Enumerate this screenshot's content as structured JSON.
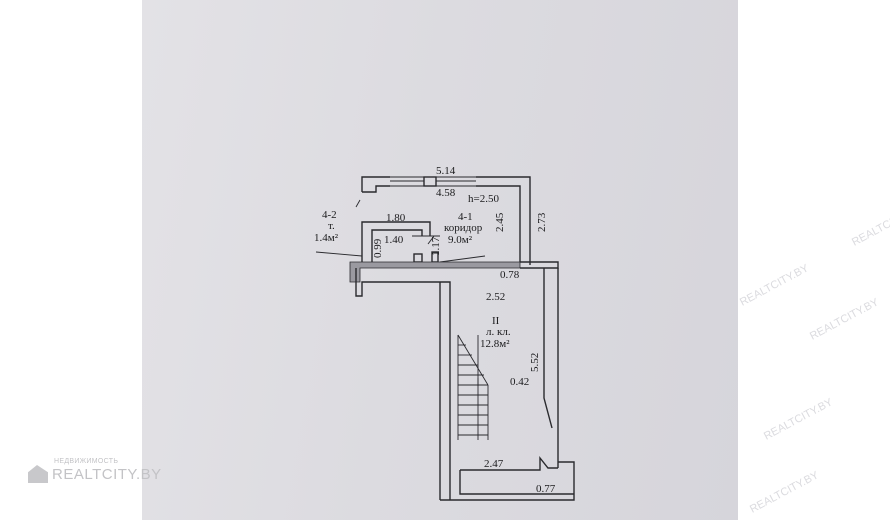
{
  "plan": {
    "dims": {
      "top_outer": "5.14",
      "top_inner": "4.58",
      "height": "h=2.50",
      "right_upper": "2.73",
      "corridor_side": "2.45",
      "room42_top": "1.80",
      "room42_inner": "1.40",
      "room42_v1": "0.99",
      "room42_v2": "1.17",
      "step_right": "0.78",
      "stair_top": "2.52",
      "stair_side": "5.52",
      "stair_inner": "0.42",
      "bottom_inner": "2.47",
      "bottom_outer": "0.77"
    },
    "rooms": [
      {
        "id": "4-1",
        "name": "коридор",
        "area": "9.0м²"
      },
      {
        "id": "4-2",
        "name": "т.",
        "area": "1.4м²"
      },
      {
        "id": "II",
        "name": "л. кл.",
        "area": "12.8м²"
      }
    ]
  },
  "watermark": {
    "small": "НЕДВИЖИМОСТЬ",
    "brand": "REALTCITY.BY",
    "faint": [
      "REALTCITY.BY",
      "REALTCITY.BY",
      "REALTCITY.BY",
      "REALTCITY.BY",
      "REALTCITY.BY"
    ]
  }
}
